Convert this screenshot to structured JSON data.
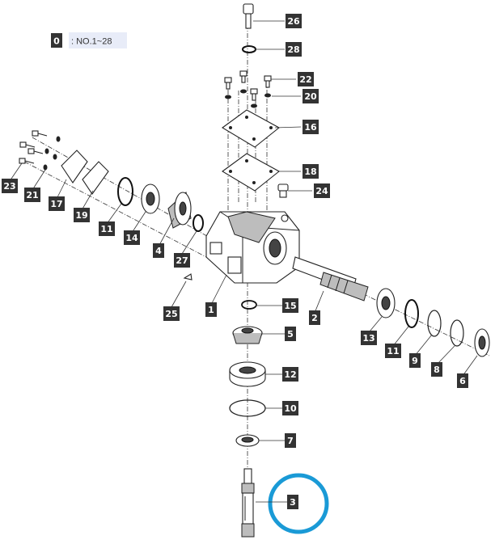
{
  "legend": {
    "number": "0",
    "text": ": NO.1~28"
  },
  "highlight_color": "#1a9ad6",
  "tag_color": "#333333",
  "highlighted_part": "3",
  "parts": [
    {
      "label": "1"
    },
    {
      "label": "2"
    },
    {
      "label": "3"
    },
    {
      "label": "4"
    },
    {
      "label": "5"
    },
    {
      "label": "6"
    },
    {
      "label": "7"
    },
    {
      "label": "8"
    },
    {
      "label": "9"
    },
    {
      "label": "10"
    },
    {
      "label": "11"
    },
    {
      "label": "11"
    },
    {
      "label": "12"
    },
    {
      "label": "13"
    },
    {
      "label": "14"
    },
    {
      "label": "15"
    },
    {
      "label": "16"
    },
    {
      "label": "17"
    },
    {
      "label": "18"
    },
    {
      "label": "19"
    },
    {
      "label": "20"
    },
    {
      "label": "21"
    },
    {
      "label": "22"
    },
    {
      "label": "23"
    },
    {
      "label": "24"
    },
    {
      "label": "25"
    },
    {
      "label": "26"
    },
    {
      "label": "27"
    },
    {
      "label": "28"
    }
  ]
}
